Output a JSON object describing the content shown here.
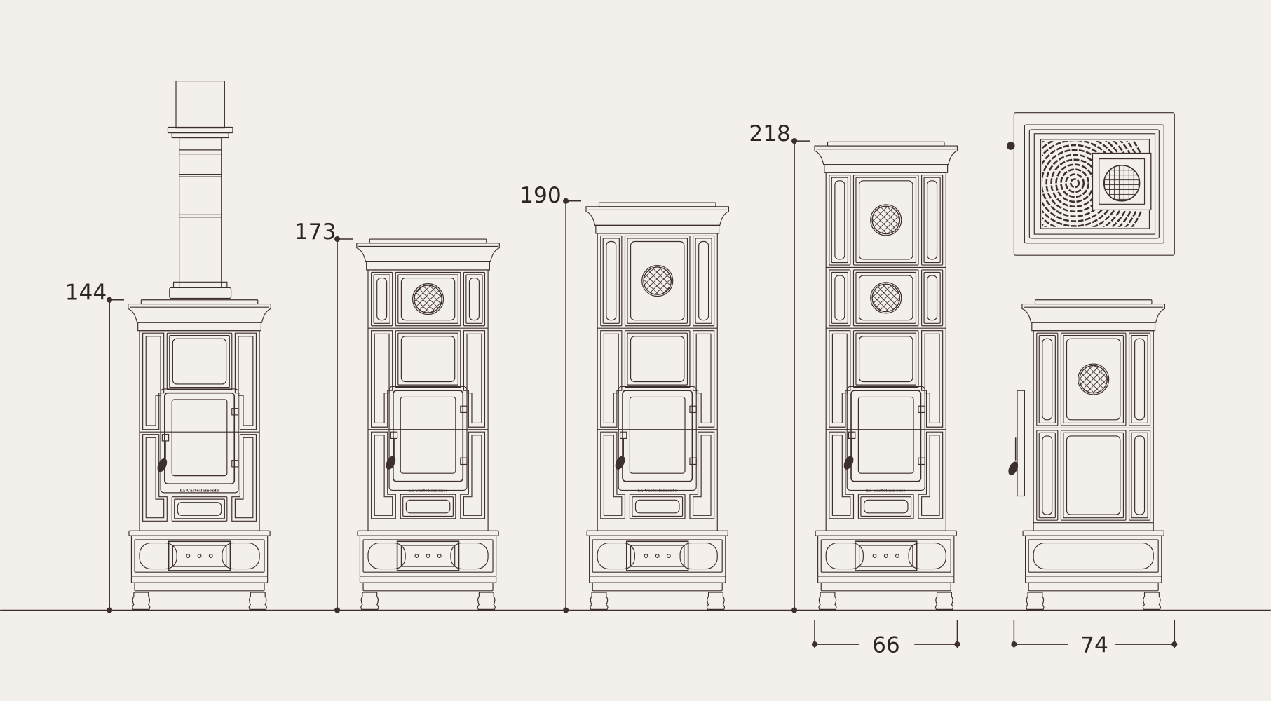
{
  "heights": {
    "h1": "144",
    "h2": "173",
    "h3": "190",
    "h4": "218"
  },
  "widths": {
    "front": "66",
    "side": "74"
  },
  "brand": "La Castellamonte",
  "colors": {
    "background": "#f3efeb",
    "line": "#3d2f2f"
  }
}
